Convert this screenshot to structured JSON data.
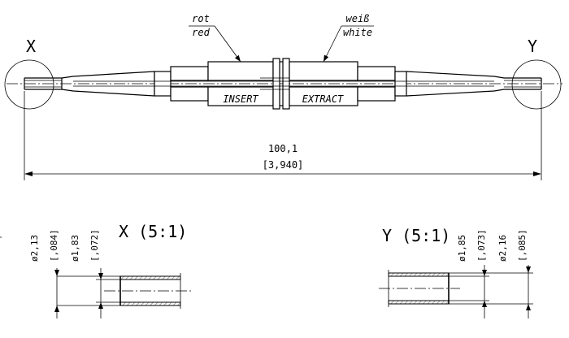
{
  "drawing": {
    "colors": {
      "line": "#000000",
      "background": "#ffffff",
      "hatch": "#888888"
    },
    "callouts": {
      "left_de": "rot",
      "left_en": "red",
      "right_de": "weiß",
      "right_en": "white"
    },
    "labels": {
      "insert": "INSERT",
      "extract": "EXTRACT",
      "detail_x_marker": "X",
      "detail_y_marker": "Y"
    },
    "overall_length": {
      "mm": "100,1",
      "inch": "[3,940]"
    },
    "detail_x": {
      "title": "X (5:1)",
      "dim_outer_mm": "ø2,13",
      "dim_outer_in": "[,084]",
      "dim_inner_mm": "ø1,83",
      "dim_inner_in": "[,072]"
    },
    "detail_y": {
      "title": "Y (5:1)",
      "dim_inner_mm": "ø1,85",
      "dim_inner_in": "[,073]",
      "dim_outer_mm": "ø2,16",
      "dim_outer_in": "[,085]"
    }
  }
}
